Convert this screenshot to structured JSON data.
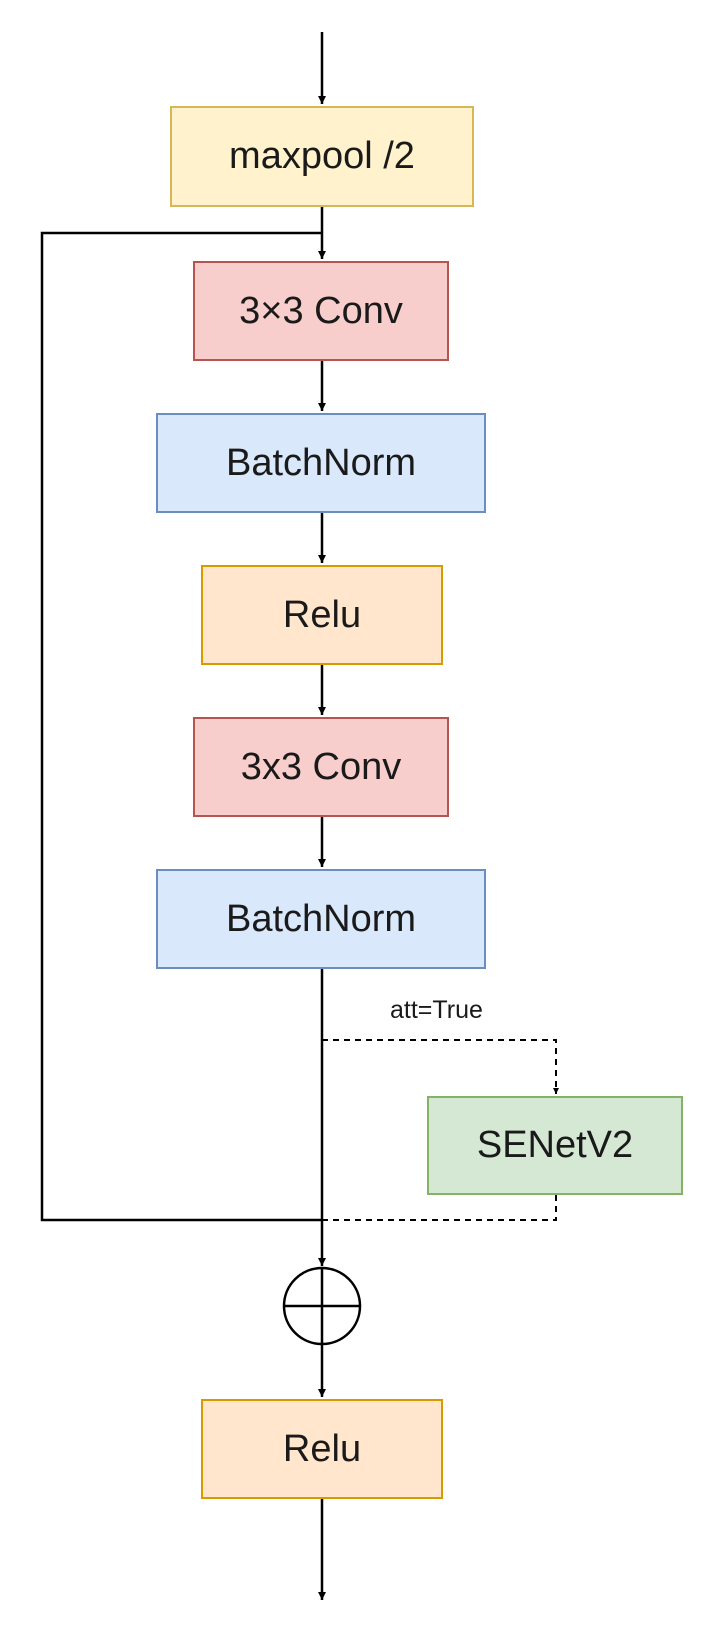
{
  "diagram": {
    "nodes": {
      "maxpool": "maxpool /2",
      "conv1": "3×3 Conv",
      "bn1": "BatchNorm",
      "relu1": "Relu",
      "conv2": "3x3 Conv",
      "bn2": "BatchNorm",
      "senet": "SENetV2",
      "relu2": "Relu"
    },
    "edge_labels": {
      "attention_branch": "att=True"
    },
    "connections": [
      {
        "from": "input",
        "to": "maxpool"
      },
      {
        "from": "maxpool",
        "to": "conv1"
      },
      {
        "from": "conv1",
        "to": "bn1"
      },
      {
        "from": "bn1",
        "to": "relu1"
      },
      {
        "from": "relu1",
        "to": "conv2"
      },
      {
        "from": "conv2",
        "to": "bn2"
      },
      {
        "from": "bn2",
        "to": "add",
        "style": "solid"
      },
      {
        "from": "bn2",
        "to": "senet",
        "style": "dashed",
        "label": "att=True"
      },
      {
        "from": "senet",
        "to": "add",
        "style": "dashed"
      },
      {
        "from": "maxpool",
        "to": "add",
        "style": "solid",
        "kind": "skip connection"
      },
      {
        "from": "add",
        "to": "relu2"
      },
      {
        "from": "relu2",
        "to": "output"
      }
    ],
    "colors": {
      "yellow_fill": "#fff2cc",
      "yellow_stroke": "#d6b656",
      "red_fill": "#f8cecc",
      "red_stroke": "#b85450",
      "blue_fill": "#dae8fc",
      "blue_stroke": "#6c8ebf",
      "orange_fill": "#ffe6cc",
      "orange_stroke": "#d79b00",
      "green_fill": "#d5e8d4",
      "green_stroke": "#82b366",
      "line": "#000000"
    },
    "icons": {
      "add": "circle-plus-icon"
    }
  }
}
